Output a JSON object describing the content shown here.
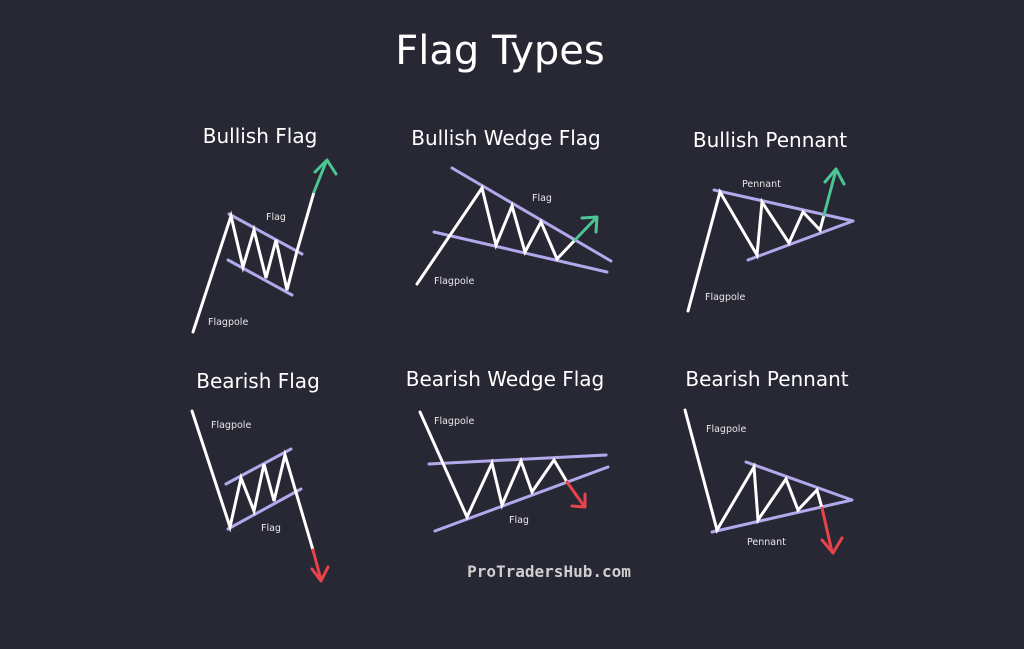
{
  "title": "Flag Types",
  "patterns": [
    {
      "name": "Bullish Flag",
      "labels": [
        "Flag",
        "Flagpole"
      ],
      "breakout": "up"
    },
    {
      "name": "Bullish Wedge Flag",
      "labels": [
        "Flag",
        "Flagpole"
      ],
      "breakout": "up"
    },
    {
      "name": "Bullish Pennant",
      "labels": [
        "Pennant",
        "Flagpole"
      ],
      "breakout": "up"
    },
    {
      "name": "Bearish Flag",
      "labels": [
        "Flagpole",
        "Flag"
      ],
      "breakout": "down"
    },
    {
      "name": "Bearish Wedge Flag",
      "labels": [
        "Flagpole",
        "Flag"
      ],
      "breakout": "down"
    },
    {
      "name": "Bearish Pennant",
      "labels": [
        "Flagpole",
        "Pennant"
      ],
      "breakout": "down"
    }
  ],
  "watermark": "ProTradersHub.com",
  "colors": {
    "background": "#272834",
    "channel": "#b2a8ec",
    "bullish": "#4cc595",
    "bearish": "#e8434a"
  }
}
